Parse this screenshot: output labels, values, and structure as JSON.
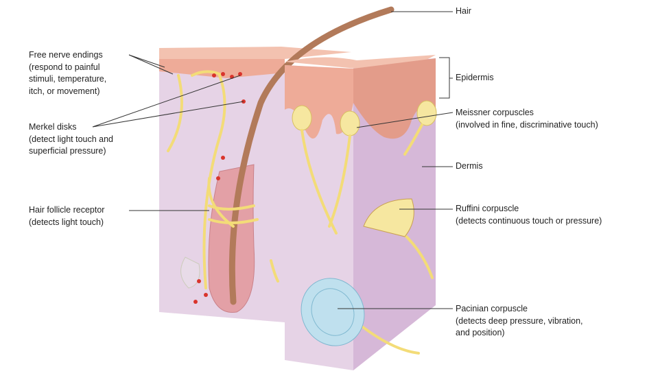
{
  "labels": {
    "free_nerve": {
      "title": "Free nerve endings",
      "desc": [
        "(respond to painful",
        "stimuli, temperature,",
        "itch, or movement)"
      ]
    },
    "merkel": {
      "title": "Merkel disks",
      "desc": [
        "(detect light touch and",
        "superficial pressure)"
      ]
    },
    "hair_follicle": {
      "title": "Hair follicle receptor",
      "desc": [
        "(detects light touch)"
      ]
    },
    "hair": {
      "title": "Hair"
    },
    "epidermis": {
      "title": "Epidermis"
    },
    "meissner": {
      "title": "Meissner corpuscles",
      "desc": [
        "(involved in fine, discriminative touch)"
      ]
    },
    "dermis": {
      "title": "Dermis"
    },
    "ruffini": {
      "title": "Ruffini corpuscle",
      "desc": [
        "(detects continuous touch or pressure)"
      ]
    },
    "pacinian": {
      "title": "Pacinian corpuscle",
      "desc": [
        "(detects deep pressure, vibration,",
        "and position)"
      ]
    }
  },
  "colors": {
    "epidermis": "#eeab98",
    "dermis": "#e6d3e6",
    "dermis_side": "#d6b8d8",
    "nerve": "#f3dc78",
    "hair": "#b27a5a",
    "follicle": "#e3a0a6",
    "merkel": "#d9342c",
    "pacinian": "#bfe0ee"
  }
}
